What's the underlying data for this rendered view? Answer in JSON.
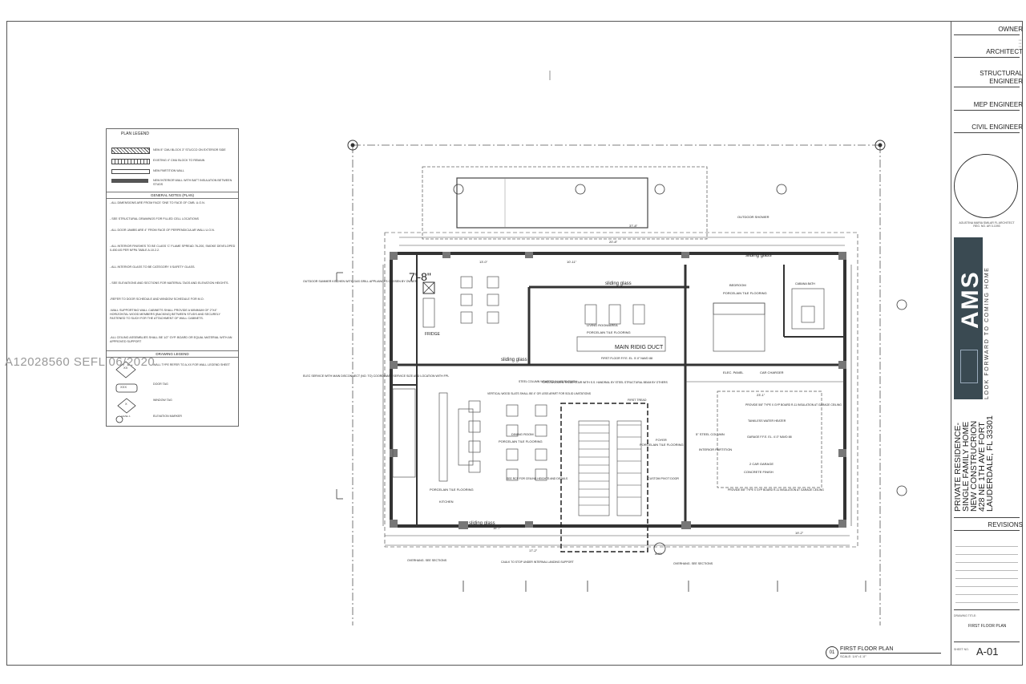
{
  "watermark": "A12028560  SEFL 06/2020",
  "title_block": {
    "owner": "OWNER",
    "architect": "ARCHITECT",
    "structural_engineer": [
      "STRUCTURAL",
      "ENGINEER"
    ],
    "mep_engineer": "MEP ENGINEER",
    "civil_engineer": "CIVIL ENGINEER",
    "seal_text": "AGUSTINA MARIA SMILAR FL ARCHITECT REG. NO. AR 0-1093",
    "logo": "AMS",
    "logo_tagline": "LOOK FORWARD TO COMING HOME",
    "project_lines": [
      "PRIVATE RESIDENCE-",
      "SINGLE FAMILY HOME",
      "NEW CONSTRUCRION",
      "428 NE 1TH AVE FORT",
      "LAUDERDALE, FL 33301"
    ],
    "revisions": "REVISIONS",
    "drawing_title_label": "DRAWING TITLE:",
    "drawing_title": "FIRST FLOOR PLAN",
    "sheet_no_label": "SHEET NO.",
    "sheet_no": "A-01"
  },
  "legend": {
    "plan_legend": "PLAN LEGEND",
    "items": [
      "NEW 8\" CMU BLOCK 3\" STUCCO ON EXTERIOR SIDE",
      "EXISTING 4\" CMU BLOCK TO REMAIN",
      "NEW PARTITION WALL",
      "NEW INTERIOR WALL WITH BATT INSULATION BETWEEN STUDS"
    ],
    "general_notes": "GENERAL NOTES (PLAN)",
    "notes": [
      "- ALL DIMENSIONS ARE FROM FACE 'ONE TO FACE OF CMB. U.O.N.",
      "- SEE STRUCTURAL DRAWINGS FOR FILLED CELL LOCATIONS",
      "- ALL DOOR JAMBS ARE 4\" FROM FACE OF PERPENDICULAR WALL U.O.N.",
      "- ALL INTERIOR FINISHES TO BE CLASS 'C' FLAME SPREAD 76-200, SMOKE DEVELOPED 0-450 AS PER NFPA TABLE A.10.2.2.",
      "- ALL INTERIOR GLASS TO BE CATEGORY II SAFETY GLASS.",
      "- SEE ELEVATIONS AND SECTIONS FOR MATERIAL TAGS AND ELEVATION HEIGHTS.",
      "-REFER TO DOOR SCHEDULE AND WINDOW SCHEDULE FOR M.O.",
      "-WALL SUPPORTING WALL CABINETS SHALL PROVIDE A MINIMUM OF 2\"X4\" HORIZONTAL WOOD MEMBERS (BACKING) BETWEEN STUDS AND SECURELY FASTENED TO SUCH FOR THE ATTACHMENT OF WALL CABINETS.",
      "-ALL CEILING ASSEMBLIES SHALL BE 1/2\" GYP. BOARD OR EQUAL MATERIAL WITH AN APPROVED SUPPORT"
    ],
    "drawing_legend": "DRAWING LEGEND",
    "symbols": [
      {
        "tag": "XX",
        "text": "WALL TYPE REFER TO A-XX FOR WALL LEGEND SHEET"
      },
      {
        "tag": "XXX",
        "text": "DOOR TAG"
      },
      {
        "tag": "X",
        "text": "WINDOW TAG"
      },
      {
        "tag": "LEVEL 1",
        "text": "ELEVATION MARKER"
      }
    ]
  },
  "plan_labels": {
    "outdoor_kitchen": "OUTDOOR SUMMER KITCHEN WITH GAS GRILL APPLIANCES CHOSEN BY OWNER",
    "fridge": "FRIDGE",
    "living": "LIVING ROOM/AREA",
    "porcelain_living": "PORCELAIN TILE FLOORING",
    "main_ridig_duct": "MAIN RIDIG DUCT",
    "first_floor": "FIRST FLOOR F.F.E. EL. 5'-0\" NAVD 88",
    "bedroom": "BEDROOM",
    "porcelain_bed": "PORCELAIN TILE FLOORING",
    "cabana": "CABANA BATH",
    "outdoor_shower": "OUTDOOR SHOWER",
    "sliding_glass_top": "sliding glass",
    "sliding_glass_mid": "sliding glass",
    "sliding_glass_left": "sliding glass",
    "sliding_glass_bottom": "sliding glass",
    "elec_service": "ELEC SERVICE WITH MAIN DISCONNECT (NO. TO) COORDINATE SERVICE SIZE AND LOCATION WITH FPL",
    "dining": "DINING ROOM",
    "porcelain_dining": "PORCELAIN TILE FLOORING",
    "kitchen": "KITCHEN",
    "porcelain_kitchen": "PORCELAIN TILE FLOORING",
    "vertical_slats": "VERTICAL WOOD SLATS SHALL BE 4\" OR LESS APART FOR SOLID LIMITATIONS",
    "see_rcp": "SEE RCP FOR CEILING HEIGHTS AND DETAILS",
    "open_tread": "OPEN WOODEN TREAD STAIR WITH S.S. HANDRAIL BY STEEL STRUCTURAL BEAM BY OTHERS",
    "steel_column": "STEEL COLUMN WRAPPED IN WOOD FINISH",
    "first_tread": "FIRST TREAD",
    "foyer": "FOYER",
    "porcelain_foyer": "PORCELAIN TILE FLOORING",
    "steel_column_2": "5\" STEEL COLUMN",
    "interior_partition": "INTERIOR PARTITION",
    "elec_panel": "ELEC. PANEL",
    "car_charger": "CAR CHARGER",
    "garage": "2 CAR GARAGE",
    "concrete": "CONCRETE FINISH",
    "garage_ffe": "GARAGE F.F.E. EL. 4'-0\" NAVD 88",
    "tankless": "TANKLESS WATER HEATER",
    "garage_note": "PROVIDE 5/8\" TYPE X GYP BOARD R-11 INSULATION AT GARAGE CEILING",
    "garage_note_top": "PROVIDE 5/8\" TYPE X GYP BOARD R-11 INSULATION AT GARAGE CEILING",
    "pivot_door": "CUSTOM PIVOT DOOR",
    "overhang_left": "OVERHANG. SEE SECTIONS",
    "overhang_right": "OVERHANG. SEE SECTIONS",
    "rock": "CAULK TO STOP UNDER INTERNAL LANDING SUPPORT",
    "dim_a": "37'-8\"",
    "dim_b": "20'-8\"",
    "dim_c": "13'-0\"",
    "dim_d": "10'-11\"",
    "dim_e": "19'-2\"",
    "dim_f": "17'-2\"",
    "dim_g": "16'-7\"",
    "dim_h": "23'-1\"",
    "marker_748": "7'-8\"",
    "level_mark": "A-03"
  },
  "caption": {
    "num": "01",
    "title": "FIRST FLOOR PLAN",
    "scale": "SCALE:    1/4\"=1'-0\""
  }
}
